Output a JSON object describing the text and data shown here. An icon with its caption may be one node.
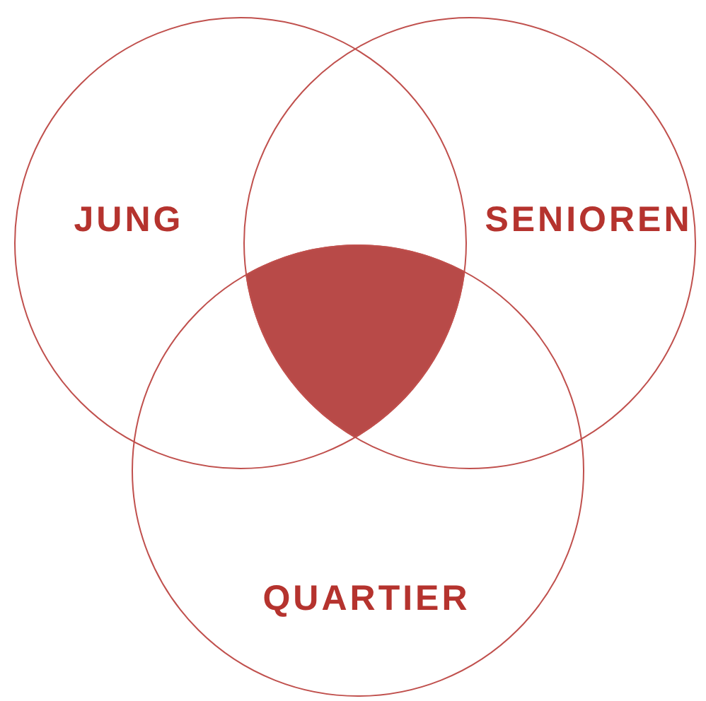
{
  "diagram": {
    "nodes": [
      {
        "text": [
          "JUNG"
        ]
      },
      {
        "text": [
          "SENIOREN"
        ]
      },
      {
        "text": [
          "QUARTIER"
        ]
      },
      {
        "text": [],
        "shape": "triangle"
      }
    ]
  }
}
